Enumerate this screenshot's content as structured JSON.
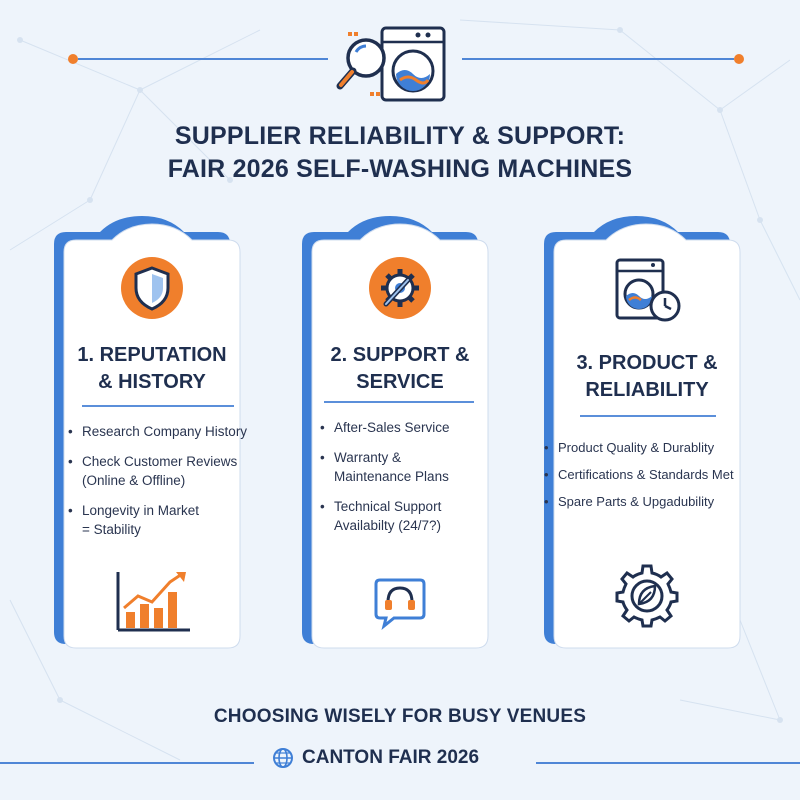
{
  "header": {
    "icon": "magnifier-washing-machine-icon",
    "title_line1": "SUPPLIER RELIABILITY & SUPPORT:",
    "title_line2": "FAIR 2026 SELF-WASHING MACHINES"
  },
  "cards": [
    {
      "title_line1": "1. REPUTATION",
      "title_line2": "& HISTORY",
      "icon": "shield-icon",
      "bottom_icon": "growth-chart-icon",
      "items": [
        {
          "line1": "Research Company History",
          "line2": ""
        },
        {
          "line1": "Check Customer Reviews",
          "line2": "(Online & Offline)"
        },
        {
          "line1": "Longevity in Market",
          "line2": "= Stability"
        }
      ]
    },
    {
      "title_line1": "2. SUPPORT &",
      "title_line2": "SERVICE",
      "icon": "wrench-gear-icon",
      "bottom_icon": "headset-chat-icon",
      "items": [
        {
          "line1": "After-Sales Service",
          "line2": ""
        },
        {
          "line1": "Warranty &",
          "line2": "Maintenance Plans"
        },
        {
          "line1": "Technical Support",
          "line2": "Availabilty (24/7?)"
        }
      ]
    },
    {
      "title_line1": "3. PRODUCT &",
      "title_line2": "RELIABILITY",
      "icon": "washer-clock-icon",
      "bottom_icon": "gear-leaf-icon",
      "items": [
        {
          "line1": "Product Quality & Durablity",
          "line2": ""
        },
        {
          "line1": "Certifications & Standards Met",
          "line2": ""
        },
        {
          "line1": "Spare Parts & Upgadubility",
          "line2": ""
        }
      ]
    }
  ],
  "footer": {
    "tagline": "CHOOSING WISELY FOR BUSY VENUES",
    "brand": "CANTON FAIR 2026",
    "brand_icon": "globe-icon"
  },
  "colors": {
    "background": "#eef4fb",
    "accent_blue": "#3f7fd6",
    "accent_orange": "#f07f2c",
    "navy_text": "#1f2f4f"
  }
}
